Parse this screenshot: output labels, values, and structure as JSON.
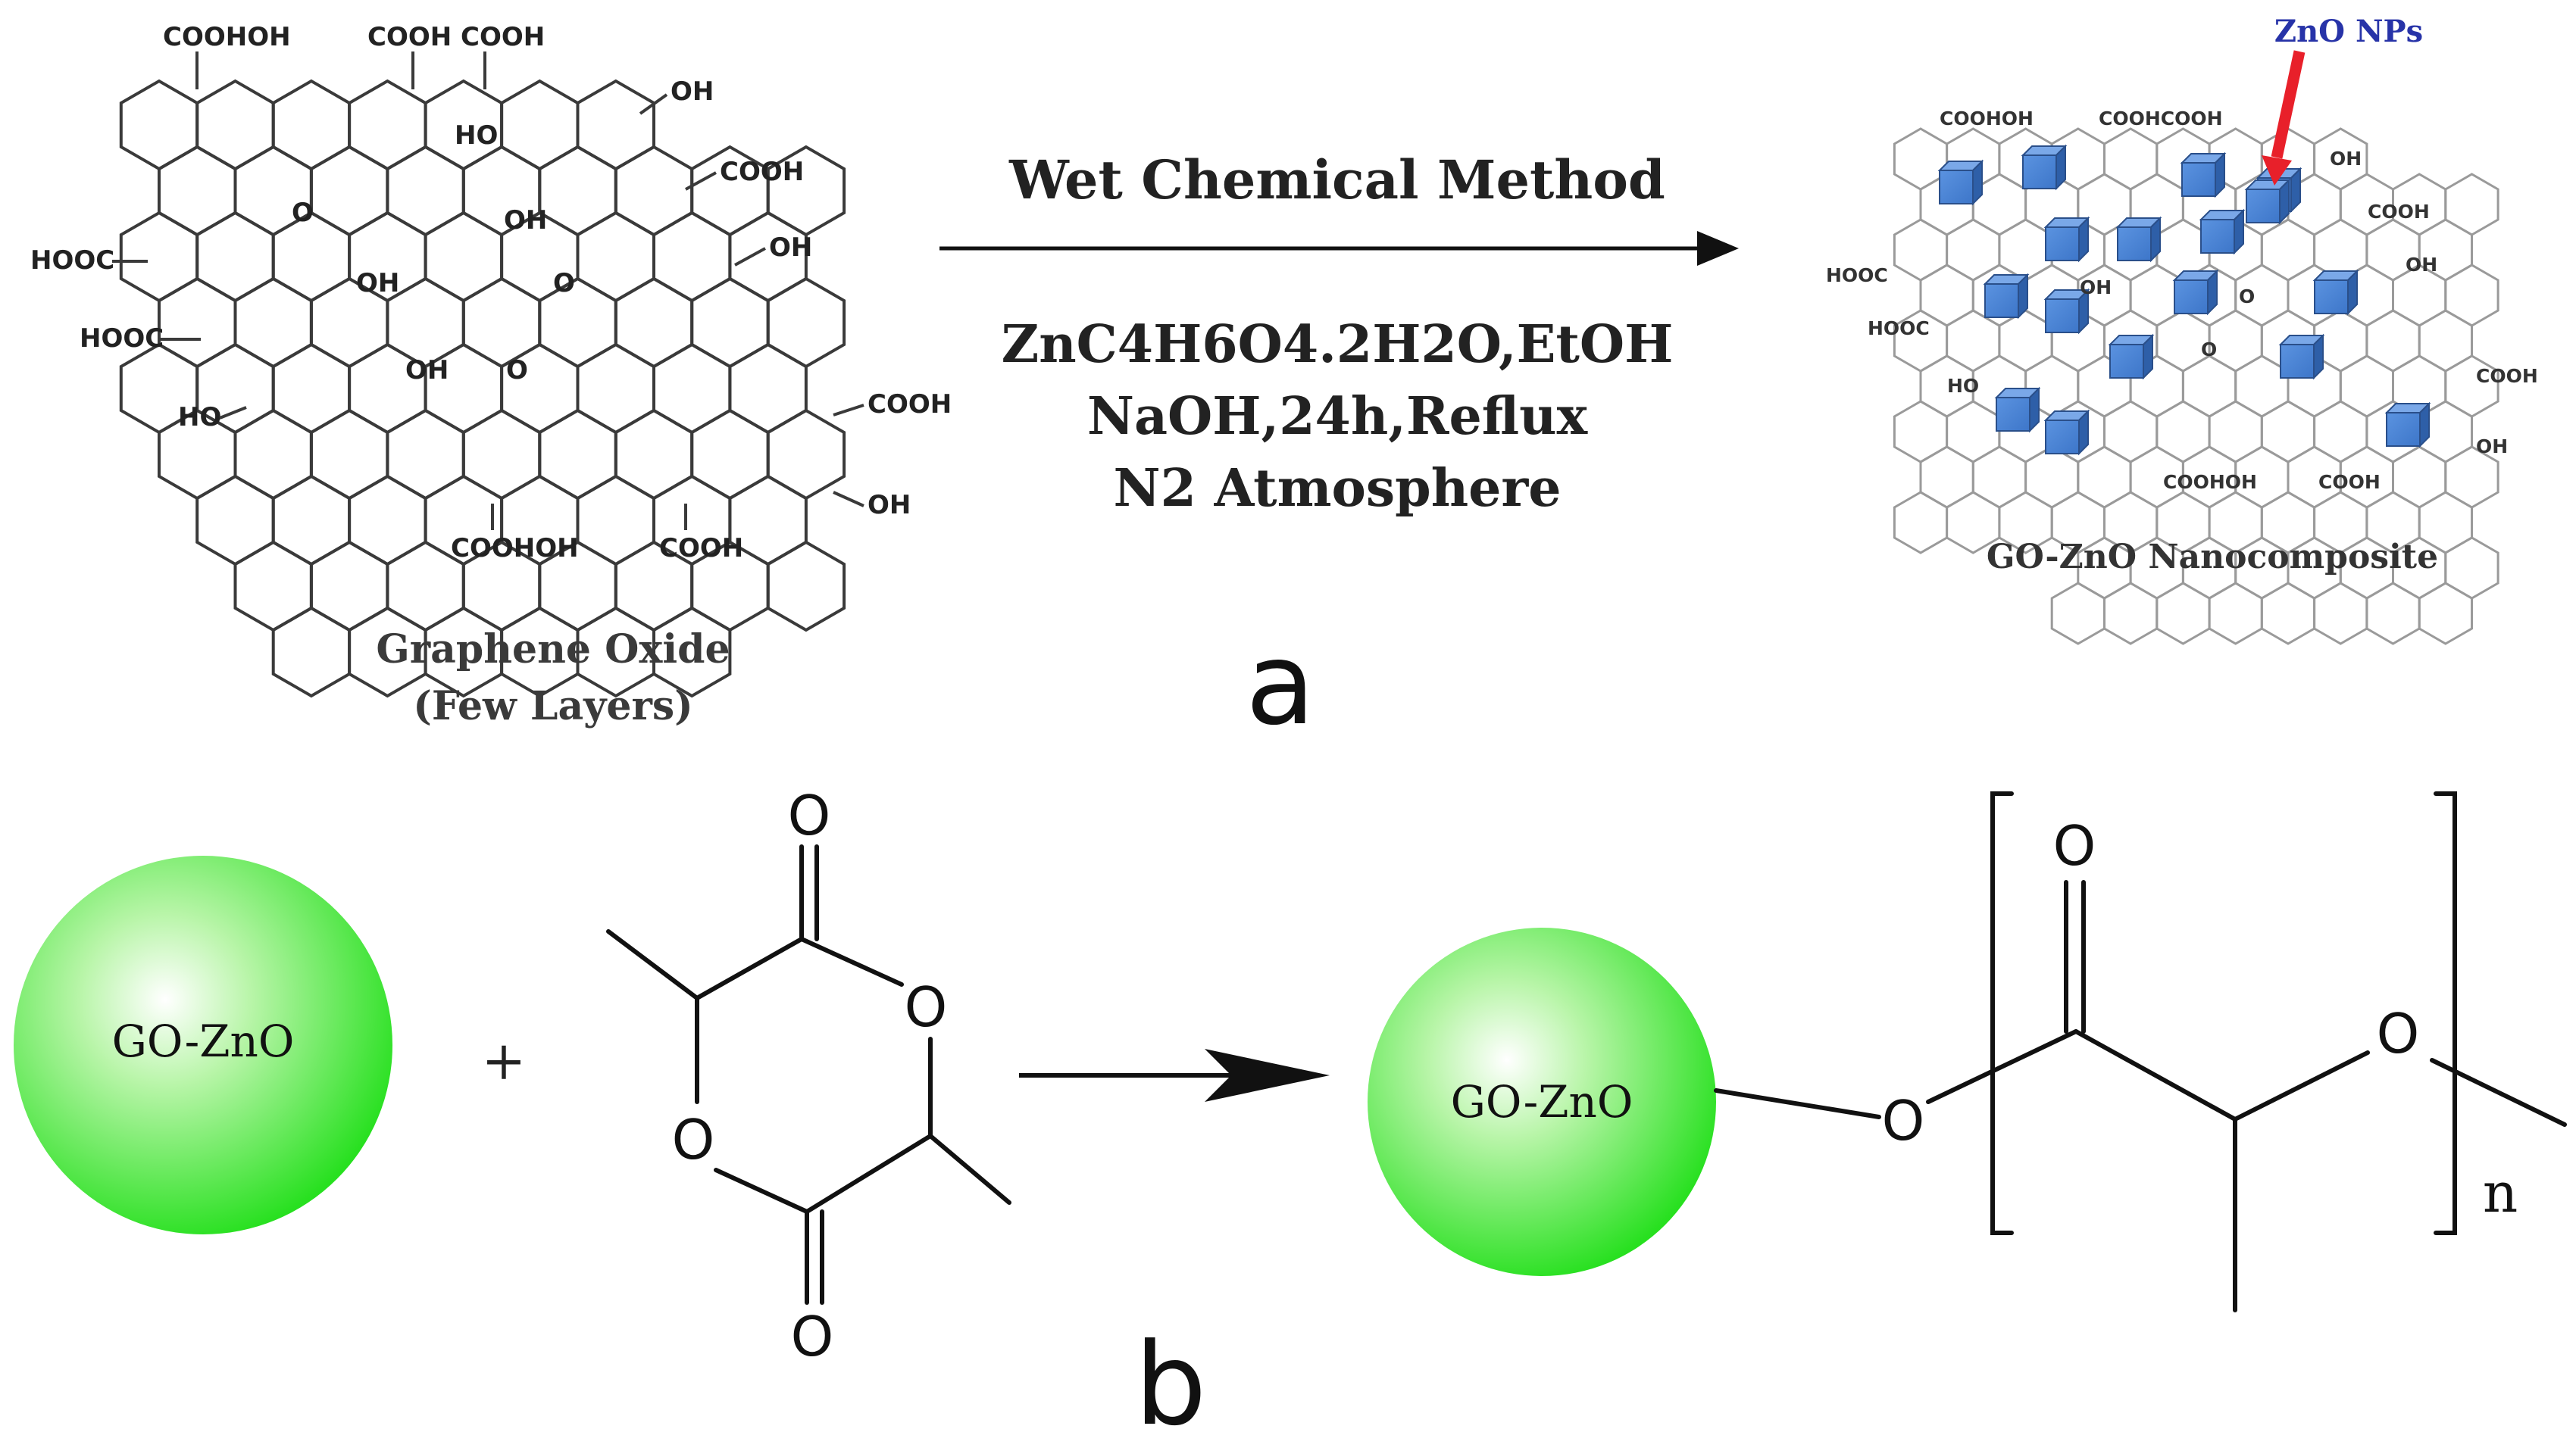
{
  "panel_a": {
    "reactant": {
      "name_line1": "Graphene Oxide",
      "name_line2": "(Few Layers)",
      "groups": {
        "cooh_oh_top_left": "COOHOH",
        "cooh_cooh_top": "COOH COOH",
        "oh_top_right": "OH",
        "ho_inner": "HO",
        "cooh_right_1": "COOH",
        "oh_inner_1": "OH",
        "oh_right": "OH",
        "hooc_left_1": "HOOC",
        "epoxide_o_1": "O",
        "oh_inner_2": "OH",
        "epoxide_o_2": "O",
        "hooc_left_2": "HOOC",
        "oh_inner_3": "OH",
        "epoxide_o_3": "O",
        "ho_left": "HO",
        "cooh_right_2": "COOH",
        "oh_right_2": "OH",
        "cooh_oh_bottom": "COOHOH",
        "cooh_bottom": "COOH"
      }
    },
    "conditions": {
      "method": "Wet Chemical Method",
      "line1": "ZnC4H6O4.2H2O,EtOH",
      "line2": "NaOH,24h,Reflux",
      "line3": "N2 Atmosphere"
    },
    "product": {
      "name": "GO-ZnO Nanocomposite",
      "pointer_label": "ZnO NPs",
      "groups": {
        "cooh_oh_top": "COOHOH",
        "cooh_cooh_top": "COOHCOOH",
        "oh_top_right": "OH",
        "cooh_right": "COOH",
        "oh_right": "OH",
        "hooc_1": "HOOC",
        "oh_inner": "OH",
        "epoxide_o_1": "O",
        "hooc_2": "HOOC",
        "epoxide_o_2": "O",
        "ho_left": "HO",
        "cooh_right_2": "COOH",
        "oh_right_2": "OH",
        "cooh_oh_bottom": "COOHOH",
        "cooh_bottom": "COOH"
      }
    },
    "label": "a"
  },
  "panel_b": {
    "sphere_left_label": "GO-ZnO",
    "plus": "+",
    "lactide_atoms": {
      "o_top": "O",
      "o_ring_right": "O",
      "o_ring_left": "O",
      "o_bottom": "O"
    },
    "sphere_right_label": "GO-ZnO",
    "product_atoms": {
      "o_link": "O",
      "o_carbonyl": "O",
      "o_ester": "O",
      "repeat_n": "n"
    },
    "label": "b"
  },
  "colors": {
    "sphere_green": "#27e01f",
    "nanoparticle_blue": "#3d76c9",
    "pointer_red": "#e8202a",
    "pointer_label_blue": "#2733a8"
  }
}
